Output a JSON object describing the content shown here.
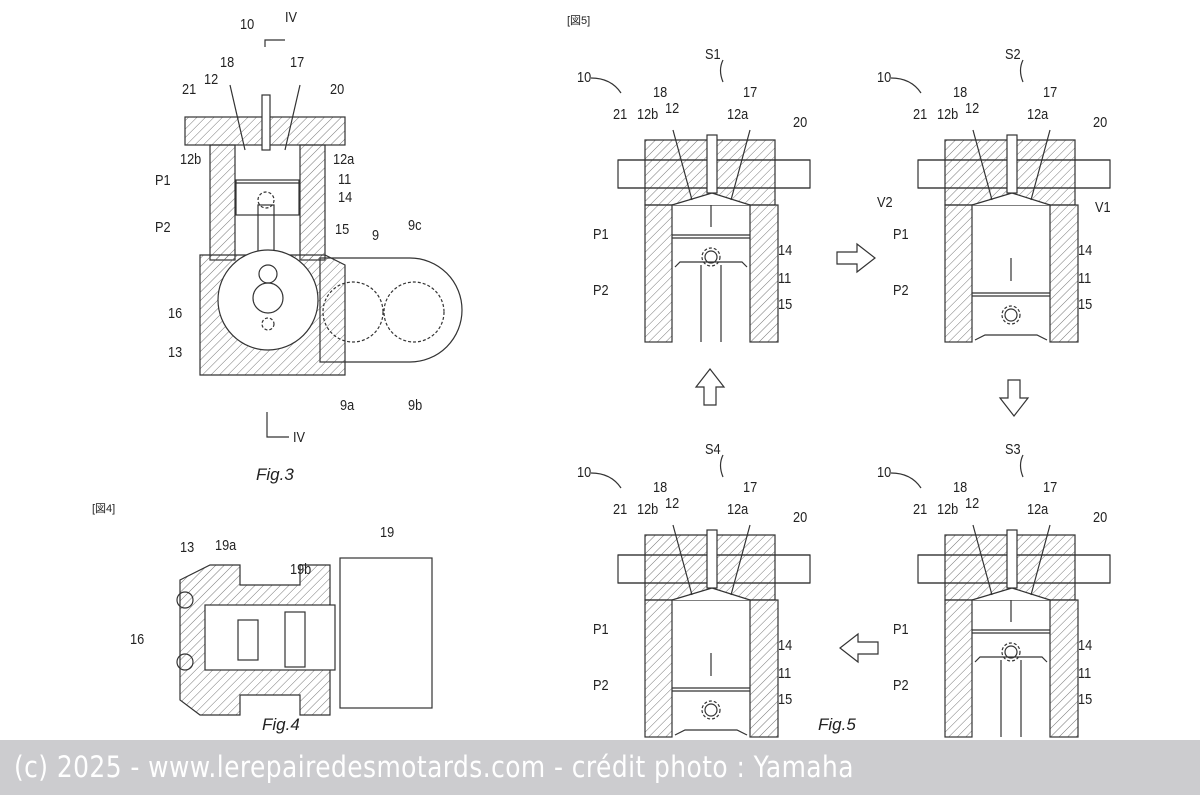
{
  "fig3": {
    "caption": "Fig.3",
    "labels": {
      "n10": "10",
      "iv_top": "IV",
      "iv_bot": "IV",
      "n18": "18",
      "n17": "17",
      "n21": "21",
      "n12": "12",
      "n20": "20",
      "n12b": "12b",
      "n12a": "12a",
      "P1": "P1",
      "n11": "11",
      "n14": "14",
      "P2": "P2",
      "n15": "15",
      "n9": "9",
      "n9c": "9c",
      "n16": "16",
      "n13": "13",
      "n9a": "9a",
      "n9b": "9b"
    }
  },
  "fig4": {
    "tag": "[図4]",
    "caption": "Fig.4",
    "labels": {
      "n13": "13",
      "n19a": "19a",
      "n19": "19",
      "n19b": "19b",
      "n16": "16"
    }
  },
  "fig5": {
    "tag": "[図5]",
    "caption": "Fig.5",
    "panels": [
      {
        "stroke": "S1",
        "piston": "up",
        "labels": {
          "n10": "10",
          "stroke": "S1",
          "n18": "18",
          "n17": "17",
          "n21": "21",
          "n12b": "12b",
          "n12": "12",
          "n12a": "12a",
          "n20": "20",
          "P1": "P1",
          "P2": "P2",
          "n14": "14",
          "n11": "11",
          "n15": "15"
        }
      },
      {
        "stroke": "S2",
        "piston": "down",
        "labels": {
          "n10": "10",
          "stroke": "S2",
          "n18": "18",
          "n17": "17",
          "n21": "21",
          "n12b": "12b",
          "n12": "12",
          "n12a": "12a",
          "n20": "20",
          "P1": "P1",
          "P2": "P2",
          "n14": "14",
          "n11": "11",
          "n15": "15",
          "V1": "V1",
          "V2": "V2"
        }
      },
      {
        "stroke": "S4",
        "piston": "down",
        "labels": {
          "n10": "10",
          "stroke": "S4",
          "n18": "18",
          "n17": "17",
          "n21": "21",
          "n12b": "12b",
          "n12": "12",
          "n12a": "12a",
          "n20": "20",
          "P1": "P1",
          "P2": "P2",
          "n14": "14",
          "n11": "11",
          "n15": "15"
        }
      },
      {
        "stroke": "S3",
        "piston": "up",
        "labels": {
          "n10": "10",
          "stroke": "S3",
          "n18": "18",
          "n17": "17",
          "n21": "21",
          "n12b": "12b",
          "n12": "12",
          "n12a": "12a",
          "n20": "20",
          "P1": "P1",
          "P2": "P2",
          "n14": "14",
          "n11": "11",
          "n15": "15"
        }
      }
    ]
  },
  "footer": {
    "credit": "(c) 2025 - www.lerepairedesmotards.com - crédit photo : Yamaha"
  }
}
